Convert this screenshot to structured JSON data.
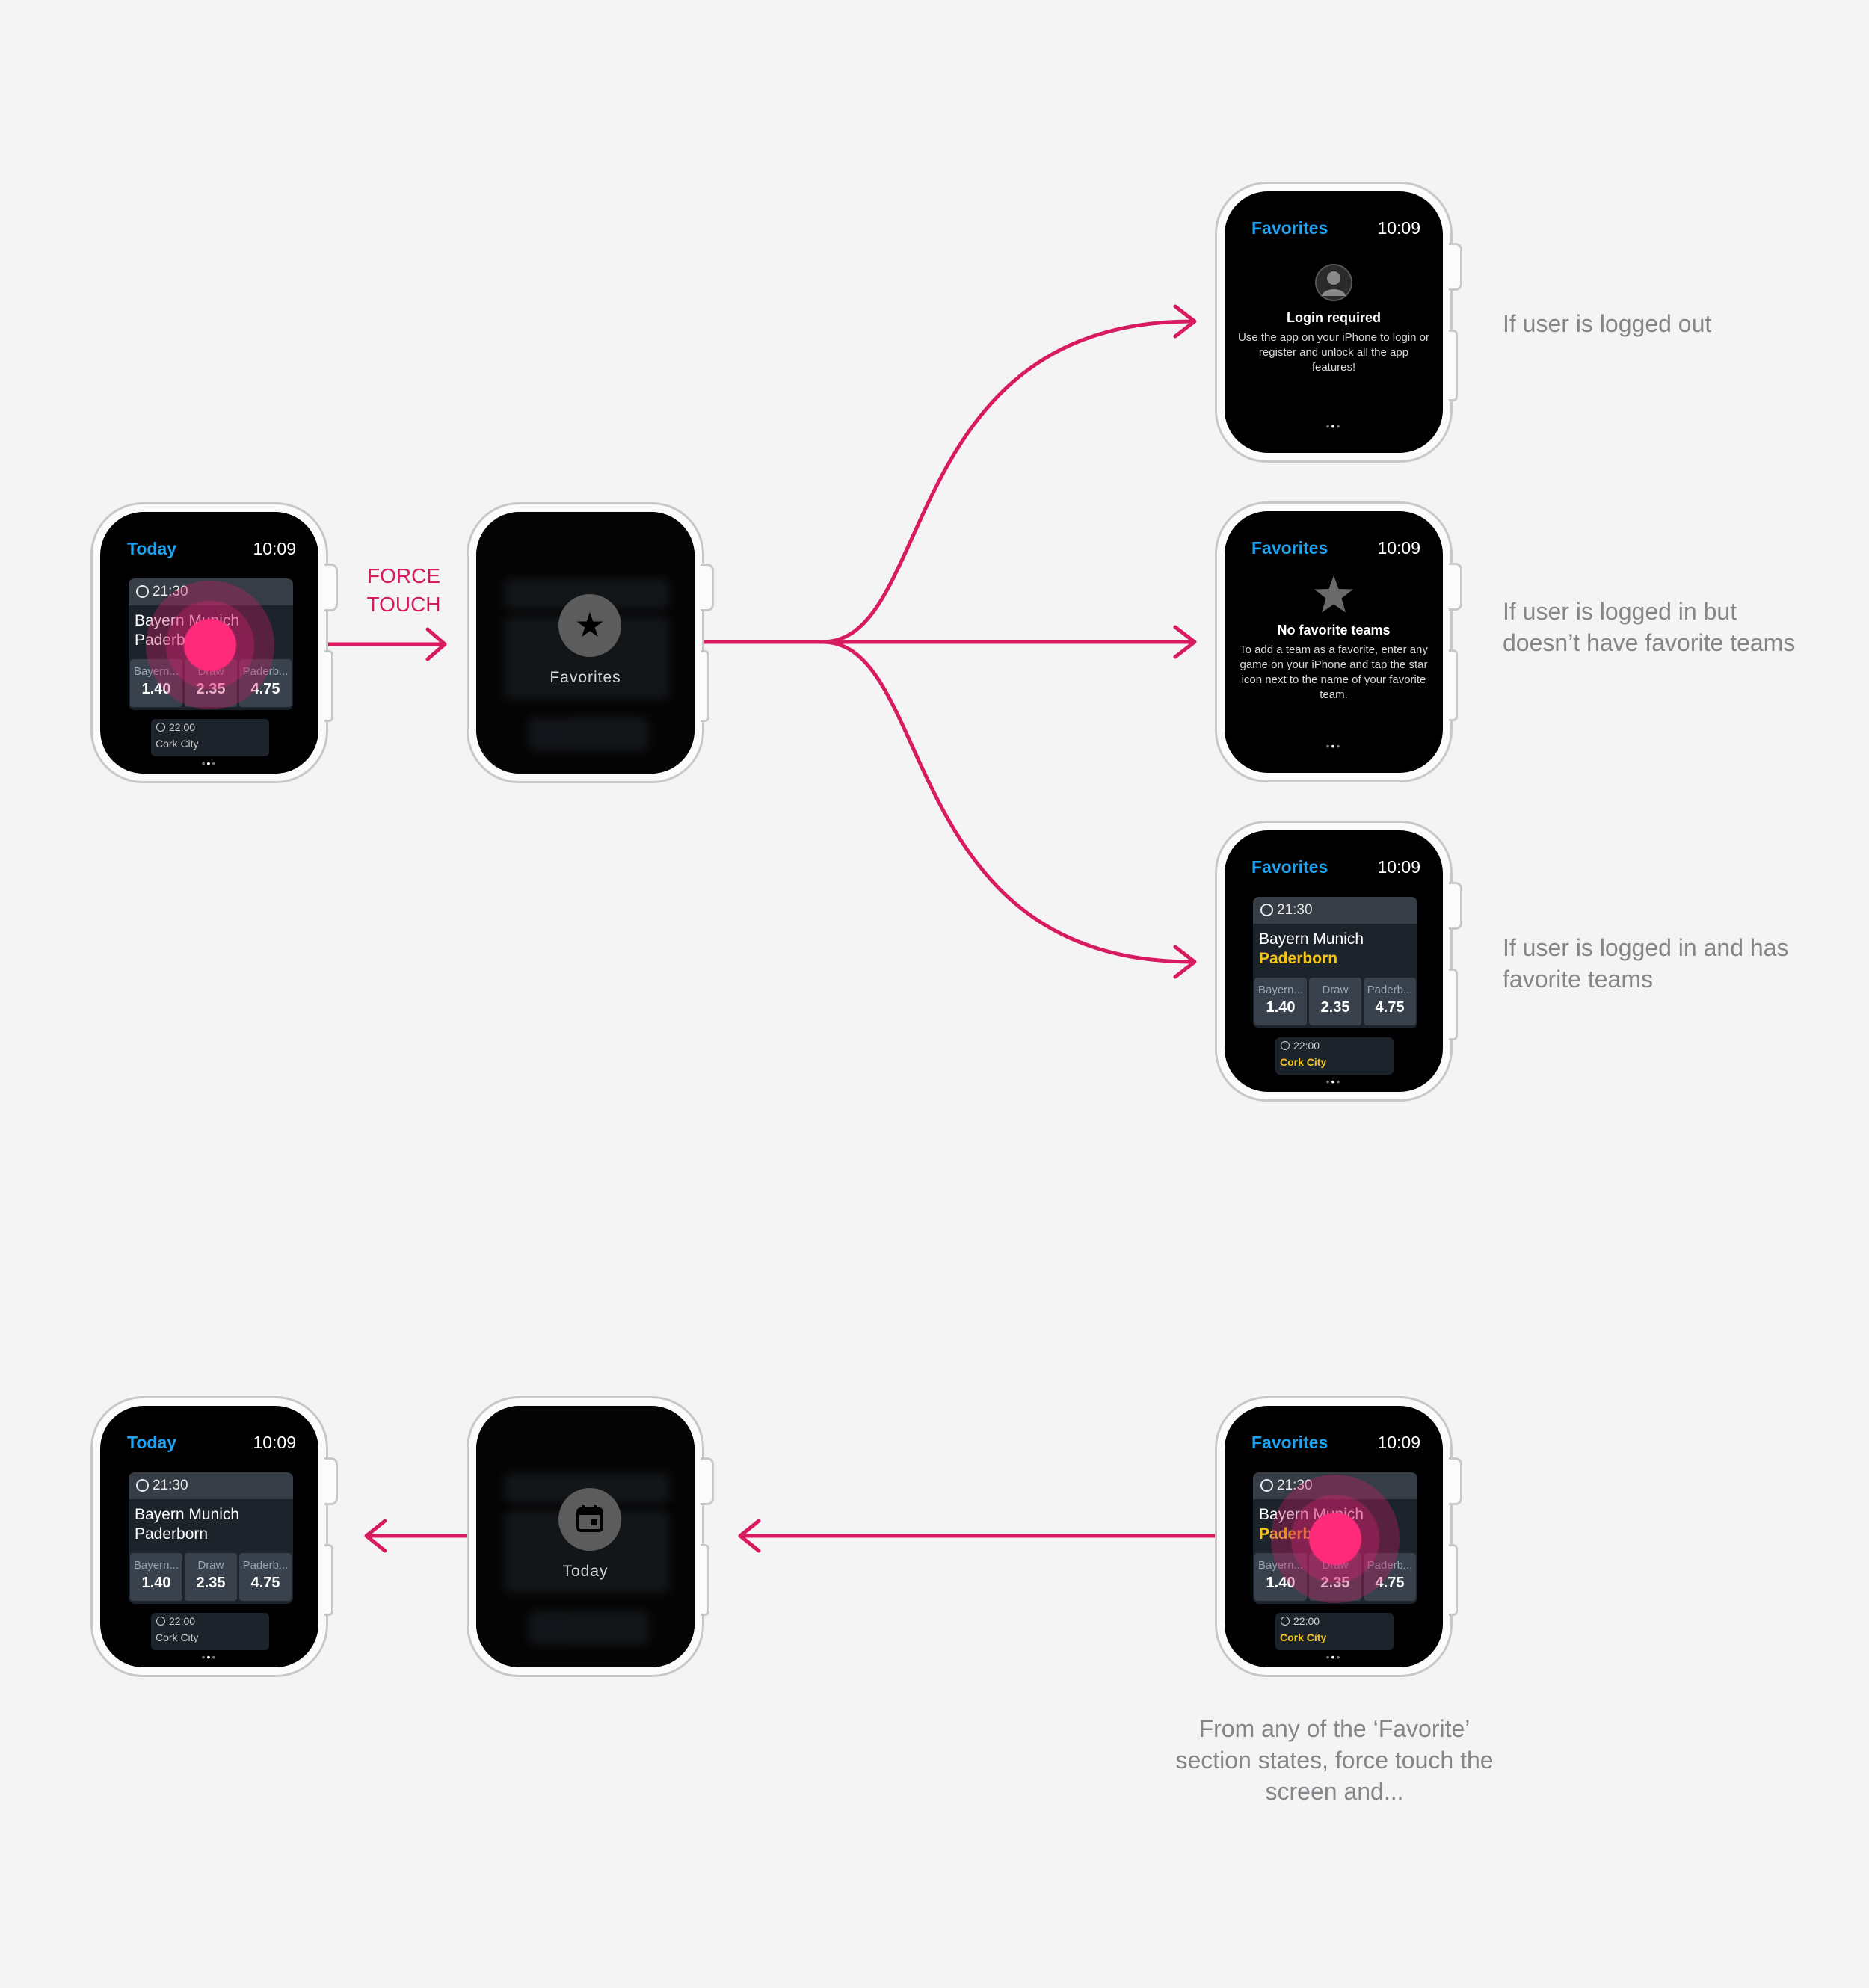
{
  "diagram": {
    "force_label_line1": "FORCE",
    "force_label_line2": "TOUCH",
    "annotations": {
      "logged_out": "If user is logged out",
      "no_favorites": "If user is logged in but doesn’t have favorite teams",
      "has_favorites": "If user is logged in and has favorite teams",
      "force_back": "From any of the ‘Favorite’ section states, force touch the screen and..."
    },
    "accent_color": "#d81b60"
  },
  "today_screen": {
    "title": "Today",
    "time": "10:09",
    "match1": {
      "kickoff": "21:30",
      "home": "Bayern Munich",
      "away": "Paderborn",
      "odds": [
        {
          "label": "Bayern...",
          "value": "1.40"
        },
        {
          "label": "Draw",
          "value": "2.35"
        },
        {
          "label": "Paderb...",
          "value": "4.75"
        }
      ]
    },
    "match2": {
      "kickoff": "22:00",
      "home": "Cork City"
    }
  },
  "force_menu_favorites": {
    "label": "Favorites",
    "icon": "star-icon"
  },
  "force_menu_today": {
    "label": "Today",
    "icon": "calendar-icon"
  },
  "favorites_logged_out": {
    "title": "Favorites",
    "time": "10:09",
    "heading": "Login required",
    "body": "Use the app on your iPhone to login or register and unlock all the app features!",
    "icon": "user-icon"
  },
  "favorites_empty": {
    "title": "Favorites",
    "time": "10:09",
    "heading": "No favorite teams",
    "body": "To add a team as a favorite, enter any game on your iPhone and tap the star icon next to the name of your favorite team.",
    "icon": "star-icon"
  },
  "favorites_list": {
    "title": "Favorites",
    "time": "10:09",
    "match1": {
      "kickoff": "21:30",
      "home": "Bayern Munich",
      "away": "Paderborn",
      "odds": [
        {
          "label": "Bayern...",
          "value": "1.40"
        },
        {
          "label": "Draw",
          "value": "2.35"
        },
        {
          "label": "Paderb...",
          "value": "4.75"
        }
      ]
    },
    "match2": {
      "kickoff": "22:00",
      "home": "Cork City"
    }
  }
}
